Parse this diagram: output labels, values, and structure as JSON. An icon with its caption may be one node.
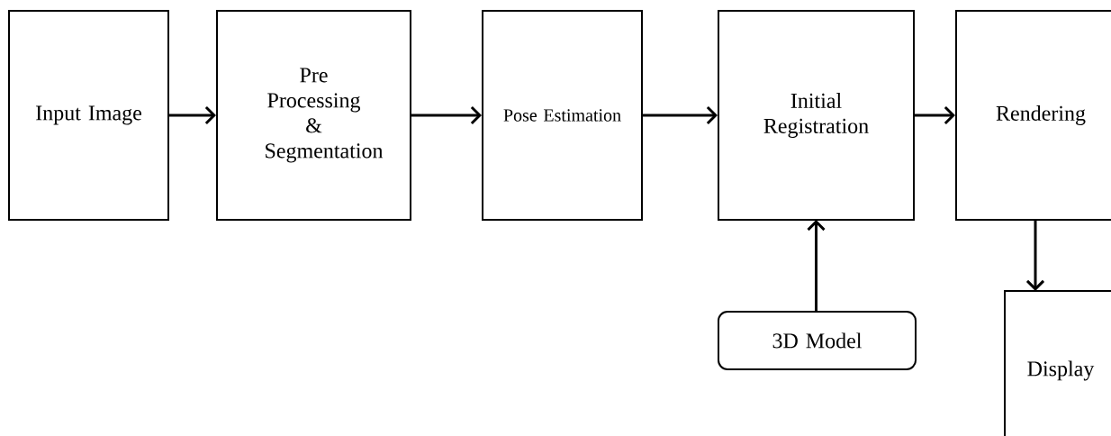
{
  "diagram": {
    "nodes": [
      {
        "text": [
          "Input Image"
        ]
      },
      {
        "text": [
          "Pre Processing & Segmentation"
        ]
      },
      {
        "text": [
          "Pose Estimation"
        ]
      },
      {
        "text": [
          "Initial Registration"
        ]
      },
      {
        "text": [
          "Rendering"
        ]
      },
      {
        "text": [
          "3D Model"
        ]
      },
      {
        "text": [
          "Display"
        ]
      }
    ],
    "edges": [
      {
        "from": 0,
        "to": 1,
        "arrow": "to"
      },
      {
        "from": 1,
        "to": 2,
        "arrow": "to"
      },
      {
        "from": 2,
        "to": 3,
        "arrow": "to"
      },
      {
        "from": 3,
        "to": 4,
        "arrow": "to"
      },
      {
        "from": 5,
        "to": 3,
        "arrow": "to"
      },
      {
        "from": 4,
        "to": 6,
        "arrow": "to"
      }
    ]
  }
}
